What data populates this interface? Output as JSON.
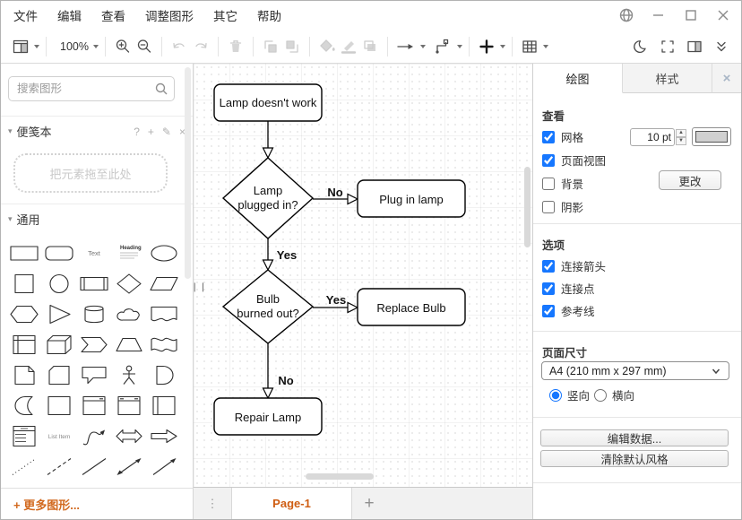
{
  "menubar": {
    "items": [
      "文件",
      "编辑",
      "查看",
      "调整图形",
      "其它",
      "帮助"
    ]
  },
  "window": {
    "controls": [
      "globe-icon",
      "minimize-icon",
      "maximize-icon",
      "close-icon"
    ]
  },
  "toolbar": {
    "zoom_level": "100%",
    "icons": [
      "view-icon",
      "zoom-in-icon",
      "zoom-out-icon",
      "undo-icon",
      "redo-icon",
      "delete-icon",
      "to-front-icon",
      "to-back-icon",
      "fill-color-icon",
      "line-color-icon",
      "shadow-icon",
      "connection-icon",
      "waypoints-icon",
      "insert-icon",
      "table-icon",
      "dark-mode-icon",
      "fullscreen-icon",
      "format-panel-icon",
      "collapse-expand-icon"
    ]
  },
  "sidebar": {
    "search_placeholder": "搜索图形",
    "scratchpad": {
      "title": "便笺本",
      "help": "?",
      "add": "+",
      "edit": "✎",
      "close": "×",
      "dropzone": "把元素拖至此处"
    },
    "section_general": "通用",
    "shapes": [
      "rectangle",
      "rounded-rectangle",
      "text",
      "textbox",
      "ellipse",
      "square",
      "circle",
      "process",
      "diamond",
      "parallelogram",
      "hexagon",
      "triangle",
      "cylinder",
      "cloud",
      "document",
      "internal-storage",
      "cube",
      "step",
      "trapezoid",
      "tape",
      "note",
      "card",
      "callout",
      "actor",
      "or",
      "and",
      "data-storage",
      "container",
      "window-shape",
      "horizontal-container",
      "list",
      "list-item",
      "curve",
      "bidirectional-arrow",
      "arrow-shape",
      "dotted-line",
      "dashed-line",
      "line",
      "bidirectional-connector",
      "directional-connector"
    ],
    "more_shapes": "+ 更多图形..."
  },
  "canvas": {
    "flowchart": {
      "nodes": {
        "start": "Lamp doesn't work",
        "decision1_line1": "Lamp",
        "decision1_line2": "plugged in?",
        "plug": "Plug in lamp",
        "decision2_line1": "Bulb",
        "decision2_line2": "burned out?",
        "replace": "Replace Bulb",
        "repair": "Repair Lamp"
      },
      "edge_labels": {
        "no1": "No",
        "yes1": "Yes",
        "yes2": "Yes",
        "no2": "No"
      }
    }
  },
  "footer": {
    "page_tab": "Page-1",
    "add_page": "+"
  },
  "panel": {
    "tabs": {
      "draw": "绘图",
      "style": "样式",
      "close": "×"
    },
    "view_section": {
      "title": "查看",
      "grid_label": "网格",
      "grid_checked": true,
      "grid_size": "10 pt",
      "page_view_label": "页面视图",
      "page_view_checked": true,
      "background_label": "背景",
      "background_checked": false,
      "background_button": "更改",
      "shadow_label": "阴影",
      "shadow_checked": false
    },
    "options_section": {
      "title": "选项",
      "items": [
        {
          "label": "连接箭头",
          "checked": true
        },
        {
          "label": "连接点",
          "checked": true
        },
        {
          "label": "参考线",
          "checked": true
        }
      ]
    },
    "page_section": {
      "title": "页面尺寸",
      "size_value": "A4 (210 mm x 297 mm)",
      "portrait_label": "竖向",
      "portrait_selected": true,
      "landscape_label": "横向",
      "landscape_selected": false
    },
    "buttons": {
      "edit_data": "编辑数据...",
      "clear_default": "清除默认风格"
    }
  },
  "colors": {
    "accent_blue": "#1677ff",
    "accent_orange": "#d2691e",
    "grid_swatch": "#d0d0d0"
  }
}
